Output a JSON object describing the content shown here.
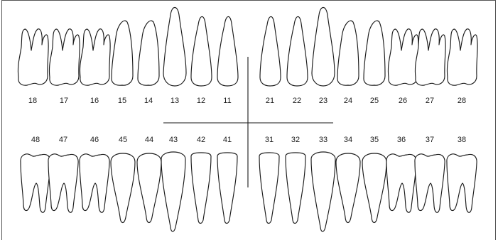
{
  "chart": {
    "upper_right": [
      "18",
      "17",
      "16",
      "15",
      "14",
      "13",
      "12",
      "11"
    ],
    "upper_left": [
      "21",
      "22",
      "23",
      "24",
      "25",
      "26",
      "27",
      "28"
    ],
    "lower_right": [
      "48",
      "47",
      "46",
      "45",
      "44",
      "43",
      "42",
      "41"
    ],
    "lower_left": [
      "31",
      "32",
      "33",
      "34",
      "35",
      "36",
      "37",
      "38"
    ]
  },
  "colors": {
    "outline": "#1a1a1a",
    "background": "#ffffff"
  },
  "tooth_types": {
    "18": "molar",
    "17": "molar",
    "16": "molar",
    "15": "premolar",
    "14": "premolar",
    "13": "canine",
    "12": "incisor",
    "11": "incisor",
    "21": "incisor",
    "22": "incisor",
    "23": "canine",
    "24": "premolar",
    "25": "premolar",
    "26": "molar",
    "27": "molar",
    "28": "molar",
    "48": "molar",
    "47": "molar",
    "46": "molar",
    "45": "premolar",
    "44": "premolar",
    "43": "canine",
    "42": "incisor",
    "41": "incisor",
    "31": "incisor",
    "32": "incisor",
    "33": "canine",
    "34": "premolar",
    "35": "premolar",
    "36": "molar",
    "37": "molar",
    "38": "molar"
  }
}
